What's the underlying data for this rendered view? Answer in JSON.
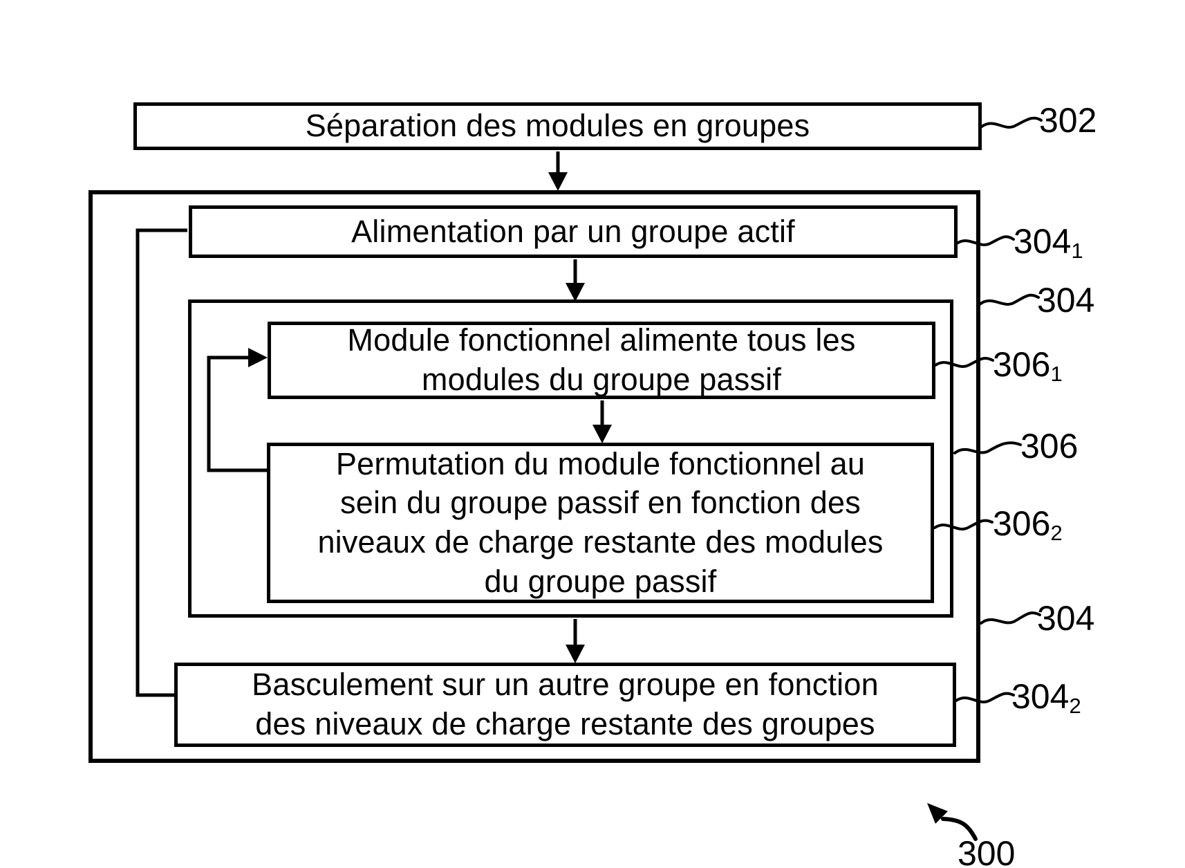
{
  "diagram": {
    "steps": {
      "separation": "Séparation des modules en groupes",
      "alimentation": "Alimentation par un groupe actif",
      "module": "Module fonctionnel alimente tous les\nmodules du groupe passif",
      "permutation": "Permutation du module fonctionnel au\nsein du groupe passif en fonction des\nniveaux de charge restante des modules\ndu groupe passif",
      "basculement": "Basculement sur un autre groupe en fonction\ndes niveaux de charge restante des groupes"
    },
    "refs": {
      "r302": {
        "text": "302",
        "sub": ""
      },
      "r304_1": {
        "text": "304",
        "sub": "1"
      },
      "r304_top": {
        "text": "304",
        "sub": ""
      },
      "r306_1": {
        "text": "306",
        "sub": "1"
      },
      "r306": {
        "text": "306",
        "sub": ""
      },
      "r306_2": {
        "text": "306",
        "sub": "2"
      },
      "r304_bottom": {
        "text": "304",
        "sub": ""
      },
      "r304_2": {
        "text": "304",
        "sub": "2"
      },
      "r300": {
        "text": "300",
        "sub": ""
      }
    },
    "colors": {
      "ink": "#000000",
      "background": "#ffffff"
    }
  }
}
